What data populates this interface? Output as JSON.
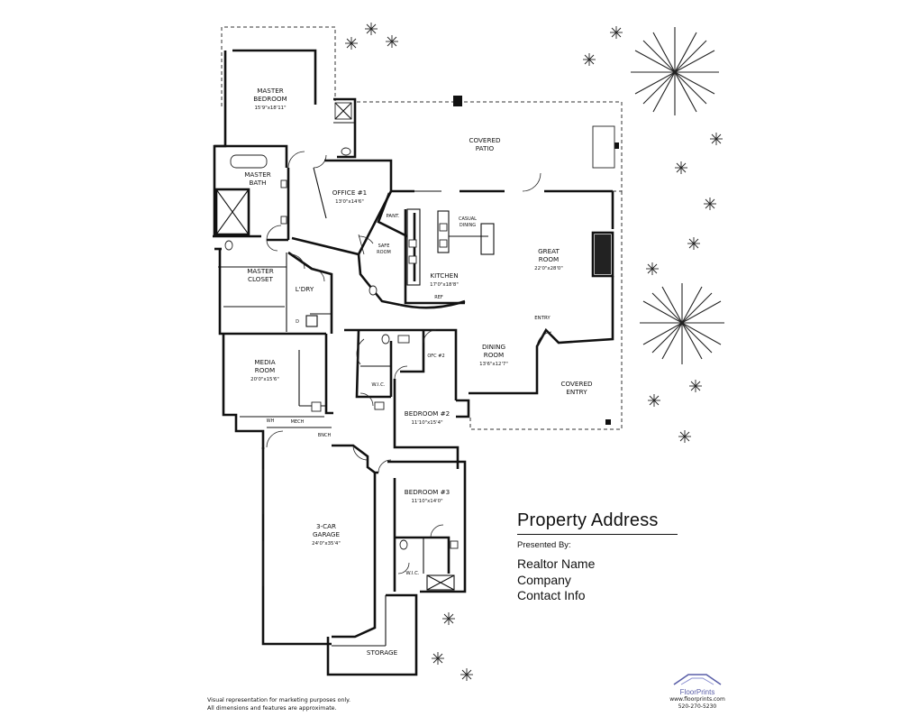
{
  "rooms": {
    "master_bedroom": {
      "name_line1": "MASTER",
      "name_line2": "BEDROOM",
      "dims": "15'9\"x18'11\""
    },
    "master_bath": {
      "name_line1": "MASTER",
      "name_line2": "BATH"
    },
    "master_closet": {
      "name_line1": "MASTER",
      "name_line2": "CLOSET"
    },
    "office1": {
      "name": "OFFICE #1",
      "dims": "13'0\"x14'6\""
    },
    "pantry": {
      "name": "PANT."
    },
    "safe_room": {
      "name_line1": "SAFE",
      "name_line2": "ROOM"
    },
    "kitchen": {
      "name": "KITCHEN",
      "dims": "17'0\"x18'8\""
    },
    "ref": {
      "name": "REF"
    },
    "casual_dining": {
      "name_line1": "CASUAL",
      "name_line2": "DINING"
    },
    "covered_patio": {
      "name_line1": "COVERED",
      "name_line2": "PATIO"
    },
    "great_room": {
      "name_line1": "GREAT",
      "name_line2": "ROOM",
      "dims": "22'0\"x28'0\""
    },
    "laundry": {
      "name": "L'DRY"
    },
    "laundry_d": {
      "name": "D"
    },
    "entry": {
      "name": "ENTRY"
    },
    "dining_room": {
      "name_line1": "DINING",
      "name_line2": "ROOM",
      "dims": "13'6\"x12'7\""
    },
    "covered_entry": {
      "name_line1": "COVERED",
      "name_line2": "ENTRY"
    },
    "office2": {
      "name": "OFC #2"
    },
    "wic_top": {
      "name": "W.I.C."
    },
    "media_room": {
      "name_line1": "MEDIA",
      "name_line2": "ROOM",
      "dims": "20'0\"x15'6\""
    },
    "wh": {
      "name": "WH"
    },
    "mech": {
      "name": "MECH"
    },
    "bench": {
      "name": "BNCH"
    },
    "bedroom2": {
      "name": "BEDROOM #2",
      "dims": "11'10\"x15'4\""
    },
    "bedroom3": {
      "name": "BEDROOM #3",
      "dims": "11'10\"x14'0\""
    },
    "wic_bottom": {
      "name": "W.I.C."
    },
    "garage": {
      "name_line1": "3-CAR",
      "name_line2": "GARAGE",
      "dims": "24'0\"x35'4\""
    },
    "storage": {
      "name": "STORAGE"
    }
  },
  "info": {
    "title": "Property Address",
    "presented_by": "Presented By:",
    "realtor": "Realtor Name",
    "company": "Company",
    "contact": "Contact Info"
  },
  "disclaimer": {
    "line1": "Visual representation for marketing purposes only.",
    "line2": "All dimensions and features are approximate."
  },
  "brand": {
    "name": "FloorPrints",
    "url": "www.floorprints.com",
    "phone": "520-270-5230",
    "color": "#5a5fa8"
  }
}
